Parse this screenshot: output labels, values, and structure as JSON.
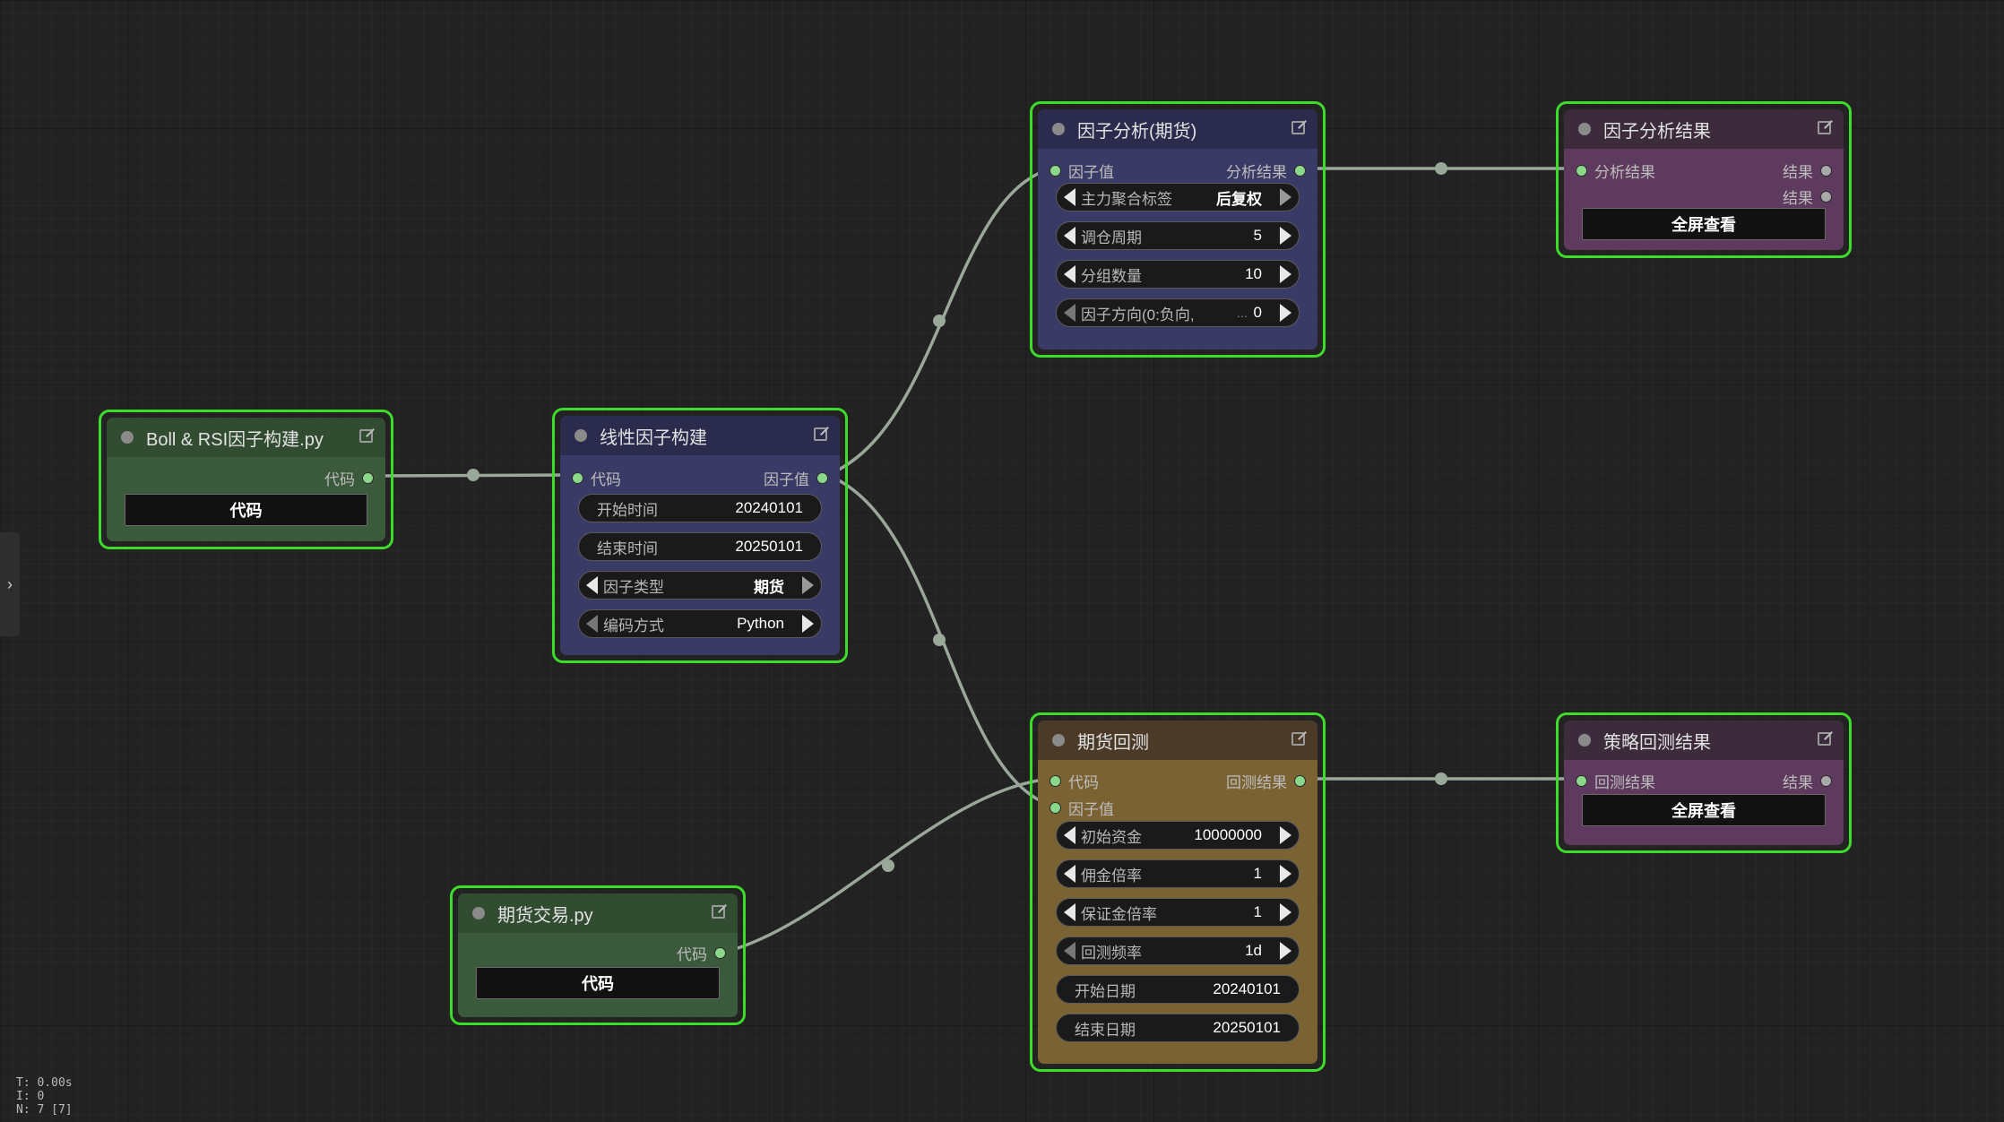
{
  "nodes": {
    "boll": {
      "title": "Boll & RSI因子构建.py",
      "output": "代码",
      "button": "代码"
    },
    "linear": {
      "title": "线性因子构建",
      "input": "代码",
      "output": "因子值",
      "start": {
        "label": "开始时间",
        "value": "20240101"
      },
      "end": {
        "label": "结束时间",
        "value": "20250101"
      },
      "factor_type": {
        "label": "因子类型",
        "value": "期货"
      },
      "encoding": {
        "label": "编码方式",
        "value": "Python"
      }
    },
    "analysis": {
      "title": "因子分析(期货)",
      "input": "因子值",
      "output": "分析结果",
      "w1": {
        "label": "主力聚合标签",
        "value": "后复权"
      },
      "w2": {
        "label": "调仓周期",
        "value": "5"
      },
      "w3": {
        "label": "分组数量",
        "value": "10"
      },
      "w4": {
        "label": "因子方向(0:负向,",
        "ellipsis": "…",
        "value": "0"
      }
    },
    "analysis_result": {
      "title": "因子分析结果",
      "input": "分析结果",
      "output1": "结果",
      "output2": "结果",
      "button": "全屏查看"
    },
    "backtest": {
      "title": "期货回测",
      "input1": "代码",
      "input2": "因子值",
      "output": "回测结果",
      "w1": {
        "label": "初始资金",
        "value": "10000000"
      },
      "w2": {
        "label": "佣金倍率",
        "value": "1"
      },
      "w3": {
        "label": "保证金倍率",
        "value": "1"
      },
      "w4": {
        "label": "回测频率",
        "value": "1d"
      },
      "w5": {
        "label": "开始日期",
        "value": "20240101"
      },
      "w6": {
        "label": "结束日期",
        "value": "20250101"
      }
    },
    "backtest_result": {
      "title": "策略回测结果",
      "input": "回测结果",
      "output": "结果",
      "button": "全屏查看"
    },
    "futures_trade": {
      "title": "期货交易.py",
      "output": "代码",
      "button": "代码"
    }
  },
  "side_toggle": "›",
  "stats": {
    "t": "T: 0.00s",
    "i": "I: 0",
    "n": "N: 7 [7]"
  },
  "colors": {
    "selection": "#3ddc2b",
    "link": "#9aa89a",
    "slot_connected": "#8bd88b"
  }
}
